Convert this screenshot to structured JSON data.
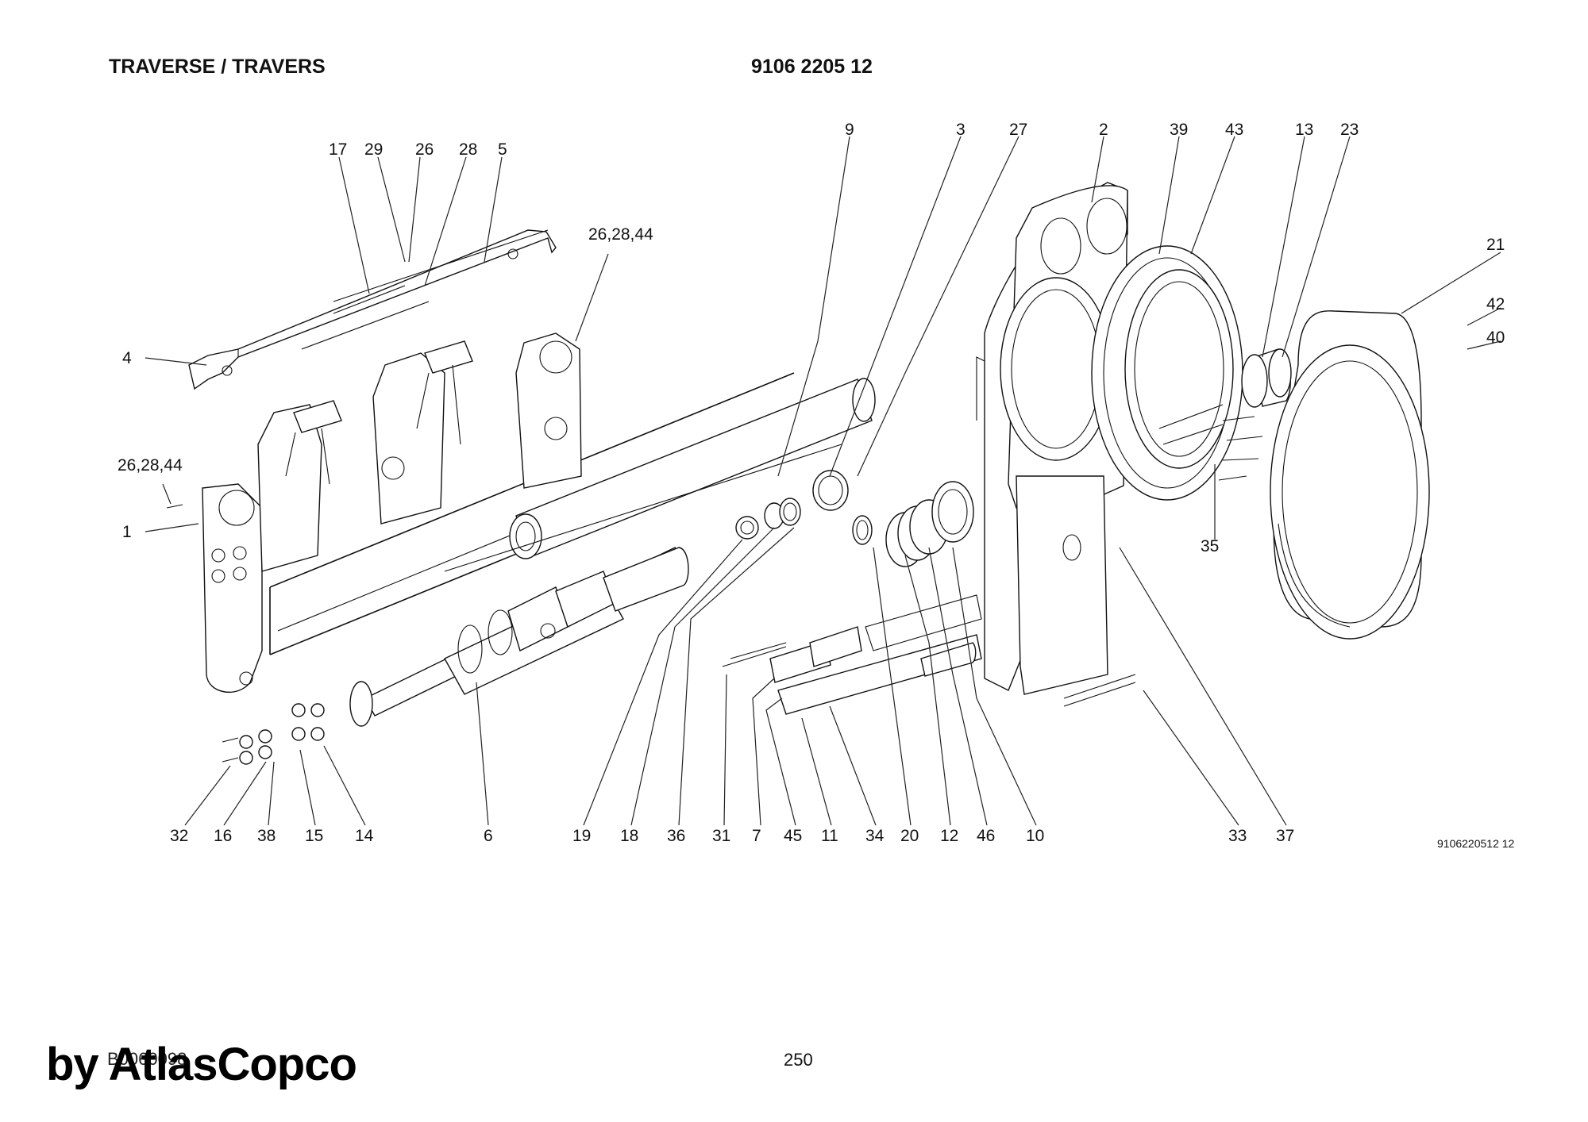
{
  "header": {
    "title": "TRAVERSE / TRAVERS",
    "part_number": "9106 2205 12"
  },
  "callouts_top": [
    "9",
    "3",
    "27",
    "2",
    "39",
    "43",
    "13",
    "23",
    "17",
    "29",
    "26",
    "28",
    "5",
    "26,28,44",
    "21",
    "42",
    "40"
  ],
  "callouts_left": [
    "4",
    "26,28,44",
    "1"
  ],
  "callouts_right": [
    "35"
  ],
  "callouts_bottom": [
    "32",
    "16",
    "38",
    "15",
    "14",
    "6",
    "19",
    "18",
    "36",
    "31",
    "7",
    "45",
    "11",
    "34",
    "20",
    "12",
    "46",
    "10",
    "33",
    "37"
  ],
  "footer": {
    "drawing_code": "9106220512 12",
    "doc_code": "B0060098",
    "page_number": "250",
    "watermark": "by AtlasCopco"
  }
}
